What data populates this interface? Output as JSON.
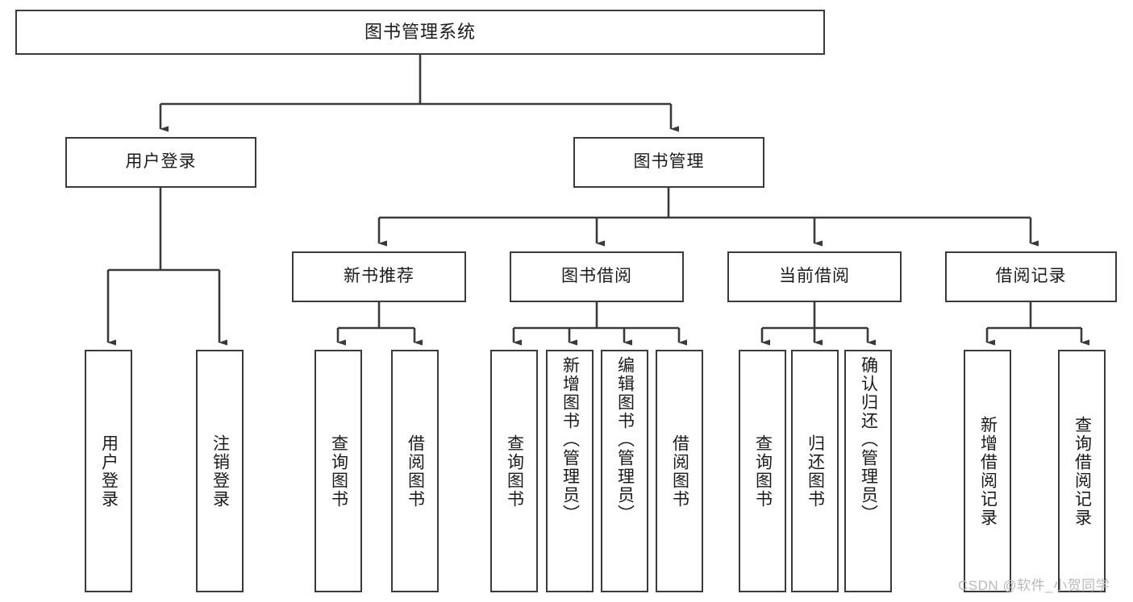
{
  "diagram": {
    "type": "tree-hierarchy-chart",
    "title": "图书管理系统",
    "watermark": "CSDN @软件_小贺同学",
    "colors": {
      "background": "#ffffff",
      "stroke": "#3a3a3a",
      "text": "#1b1b1b",
      "watermark": "#b9b9b9"
    },
    "nodes": {
      "root": "图书管理系统",
      "level2": {
        "user_login": "用户登录",
        "book_manage": "图书管理"
      },
      "level3": {
        "new_book_recommend": "新书推荐",
        "book_borrow": "图书借阅",
        "current_borrow": "当前借阅",
        "borrow_record": "借阅记录"
      },
      "leaves": {
        "user_login_1": "用户登录",
        "user_login_2": "注销登录",
        "new_book_1": "查询图书",
        "new_book_2": "借阅图书",
        "book_borrow_1": "查询图书",
        "book_borrow_2": "新增图书（管理员）",
        "book_borrow_3": "编辑图书（管理员）",
        "book_borrow_4": "借阅图书",
        "current_borrow_1": "查询图书",
        "current_borrow_2": "归还图书",
        "current_borrow_3": "确认归还（管理员）",
        "borrow_record_1": "新增借阅记录",
        "borrow_record_2": "查询借阅记录"
      }
    }
  }
}
